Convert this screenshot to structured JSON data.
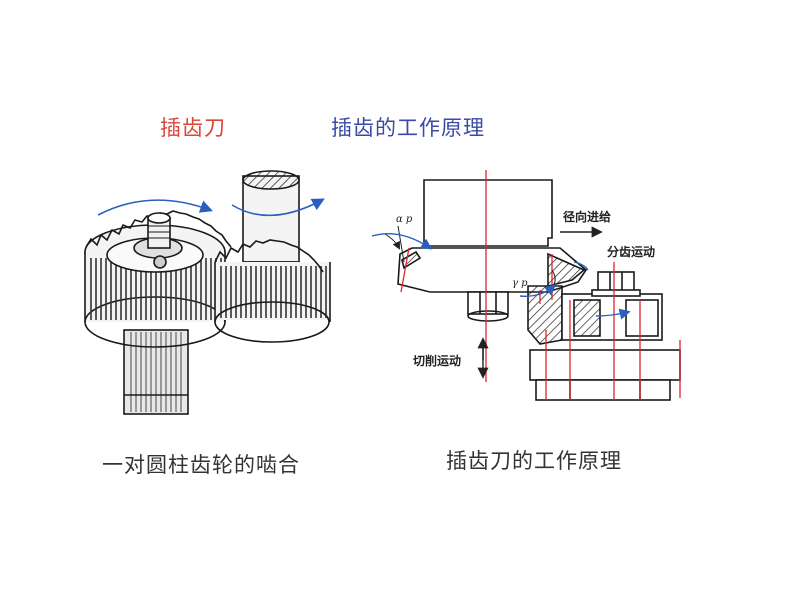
{
  "titles": {
    "left": "插齿刀",
    "right": "插齿的工作原理"
  },
  "captions": {
    "left": "一对圆柱齿轮的啮合",
    "right": "插齿刀的工作原理"
  },
  "labels": {
    "radial_feed": "径向进给",
    "indexing_motion": "分齿运动",
    "cutting_motion": "切削运动",
    "alpha_p": "α p",
    "gamma_p": "γ p"
  },
  "colors": {
    "title_left": "#d9463a",
    "title_right": "#3a4aa8",
    "drawing": "#1a1a1a",
    "centerline": "#e0262a",
    "arrow": "#2b5fbf"
  }
}
